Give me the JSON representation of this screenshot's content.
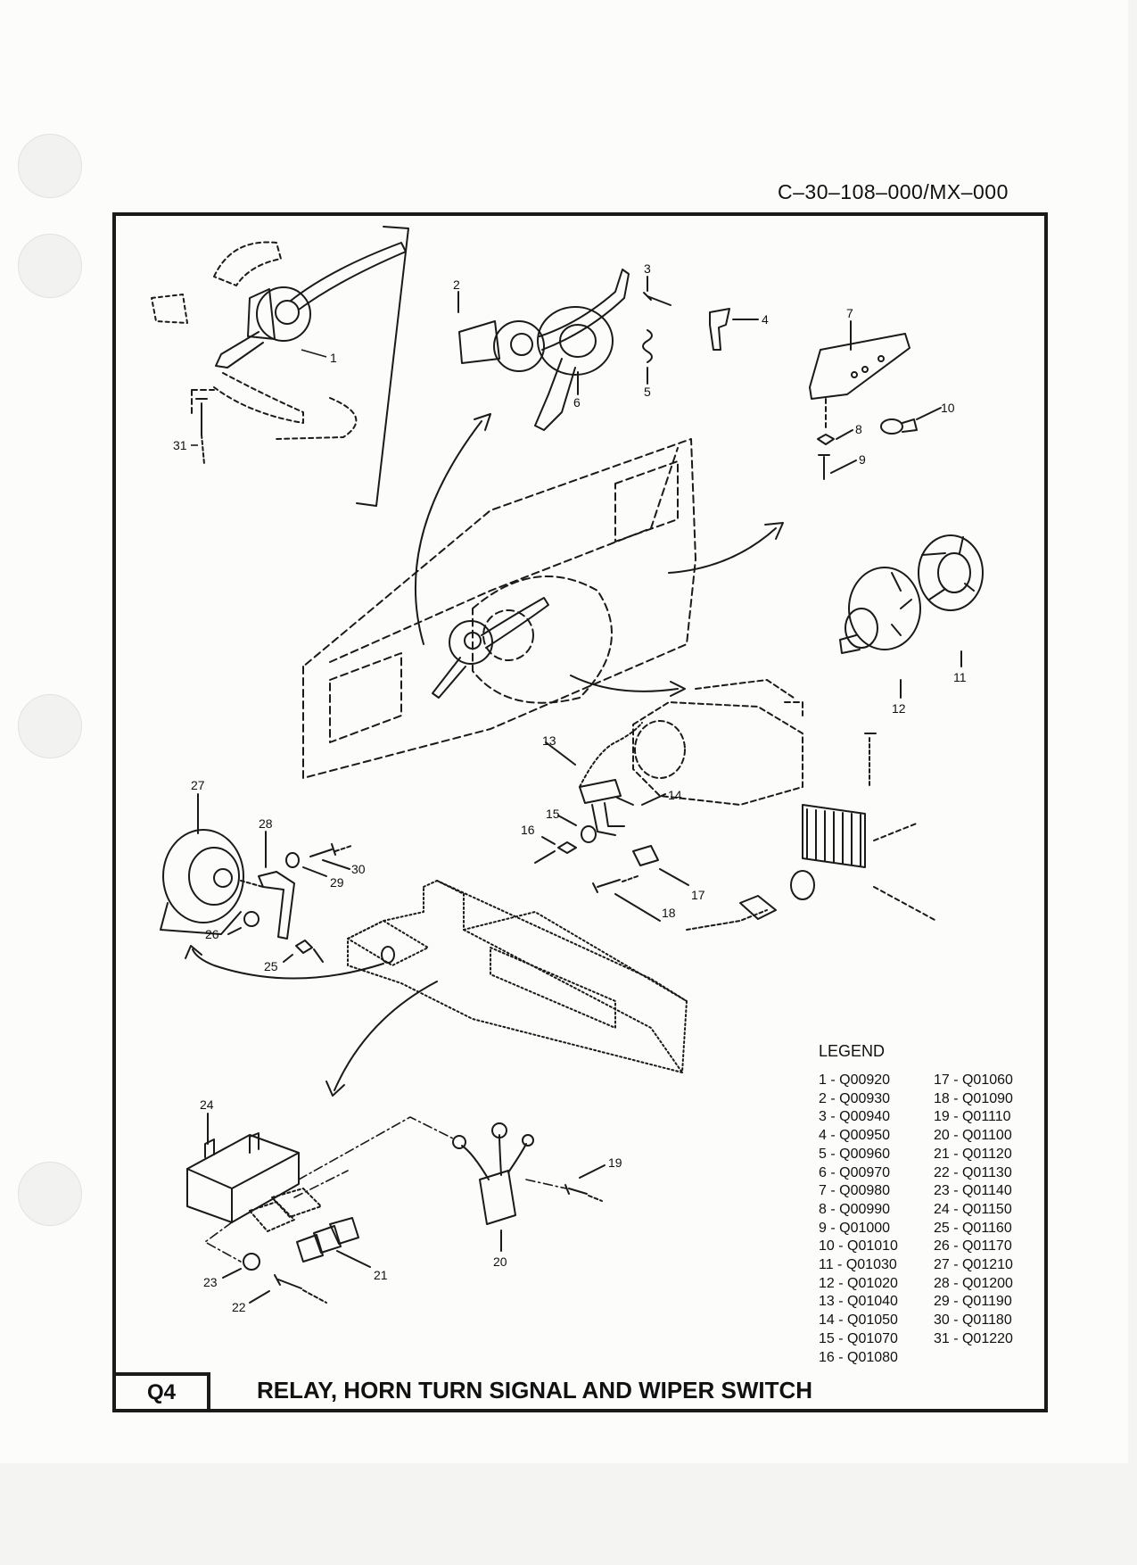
{
  "document": {
    "code": "C–30–108–000/MX–000",
    "figure_tag": "Q4",
    "caption": "RELAY, HORN TURN SIGNAL AND WIPER SWITCH"
  },
  "legend": {
    "title": "LEGEND",
    "left_column": [
      "1 - Q00920",
      "2 - Q00930",
      "3 - Q00940",
      "4 - Q00950",
      "5 - Q00960",
      "6 - Q00970",
      "7 - Q00980",
      "8 - Q00990",
      "9 - Q01000",
      "10 - Q01010",
      "11 - Q01030",
      "12 - Q01020",
      "13 - Q01040",
      "14 - Q01050",
      "15 - Q01070",
      "16 - Q01080"
    ],
    "right_column": [
      "17 - Q01060",
      "18 - Q01090",
      "19 - Q01110",
      "20 - Q01100",
      "21 - Q01120",
      "22 - Q01130",
      "23 - Q01140",
      "24 - Q01150",
      "25 - Q01160",
      "26 - Q01170",
      "27 - Q01210",
      "28 - Q01200",
      "29 - Q01190",
      "30 - Q01180",
      "31 - Q01220"
    ]
  },
  "callouts": {
    "c1": "1",
    "c2": "2",
    "c3": "3",
    "c4": "4",
    "c5": "5",
    "c6": "6",
    "c7": "7",
    "c8": "8",
    "c9": "9",
    "c10": "10",
    "c11": "11",
    "c12": "12",
    "c13": "13",
    "c14": "14",
    "c15": "15",
    "c16": "16",
    "c17": "17",
    "c18": "18",
    "c19": "19",
    "c20": "20",
    "c21": "21",
    "c22": "22",
    "c23": "23",
    "c24": "24",
    "c25": "25",
    "c26": "26",
    "c27": "27",
    "c28": "28",
    "c29": "29",
    "c30": "30",
    "c31": "31"
  },
  "colors": {
    "ink": "#1a1a1a",
    "paper": "#fcfcfb",
    "background": "#f4f4f2"
  }
}
